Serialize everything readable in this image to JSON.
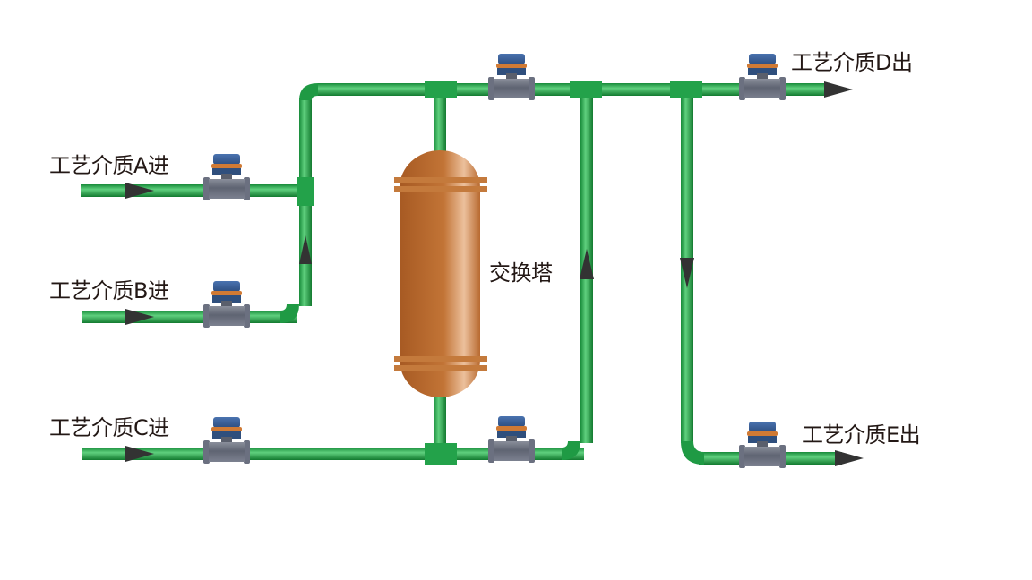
{
  "labels": {
    "input_a": "工艺介质A进",
    "input_b": "工艺介质B进",
    "input_c": "工艺介质C进",
    "output_d": "工艺介质D出",
    "output_e": "工艺介质E出",
    "tower": "交换塔"
  },
  "colors": {
    "pipe": "#1f9a44",
    "pipe_highlight": "#5fd07e",
    "tower": "#b8672c",
    "tower_highlight": "#e9b58c",
    "flange": "#c47a3c",
    "meter_head": "#3a5f9a",
    "meter_band": "#d07a34",
    "meter_body": "#6e7380",
    "arrow": "#333333"
  },
  "icons": [
    "flow-meter-icon",
    "flow-arrow-icon",
    "pipe-elbow-icon",
    "tee-joint-icon"
  ]
}
